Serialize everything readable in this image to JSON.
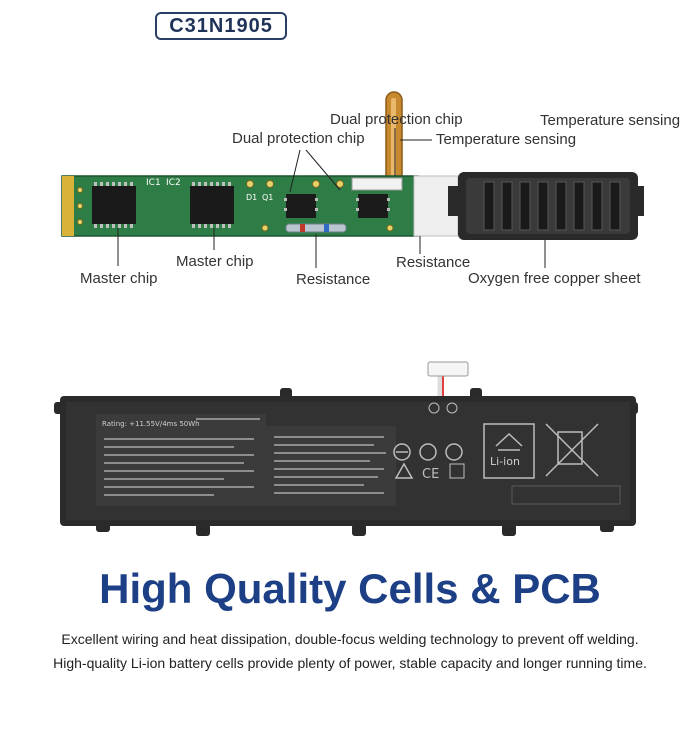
{
  "model": "C31N1905",
  "pcb_labels": {
    "dual_chip_top": "Dual protection chip",
    "temp_top": "Temperature sensing",
    "dual_chip": "Dual protection chip",
    "temp": "Temperature sensing",
    "master_chip_left": "Master chip",
    "master_chip": "Master chip",
    "resistance_left": "Resistance",
    "resistance_right": "Resistance",
    "copper": "Oxygen free copper sheet"
  },
  "pcb_silk": {
    "ic1": "IC1",
    "ic2": "IC2",
    "q": "Q1",
    "d": "D1"
  },
  "battery": {
    "rating": "Rating: +11.55V/4ms 50Wh",
    "recycle_text": "Li-ion"
  },
  "headline": "High Quality Cells & PCB",
  "description": [
    "Excellent wiring and heat dissipation, double-focus welding technology to prevent off welding.",
    "High-quality Li-ion battery cells provide plenty of power, stable capacity and longer running time."
  ]
}
